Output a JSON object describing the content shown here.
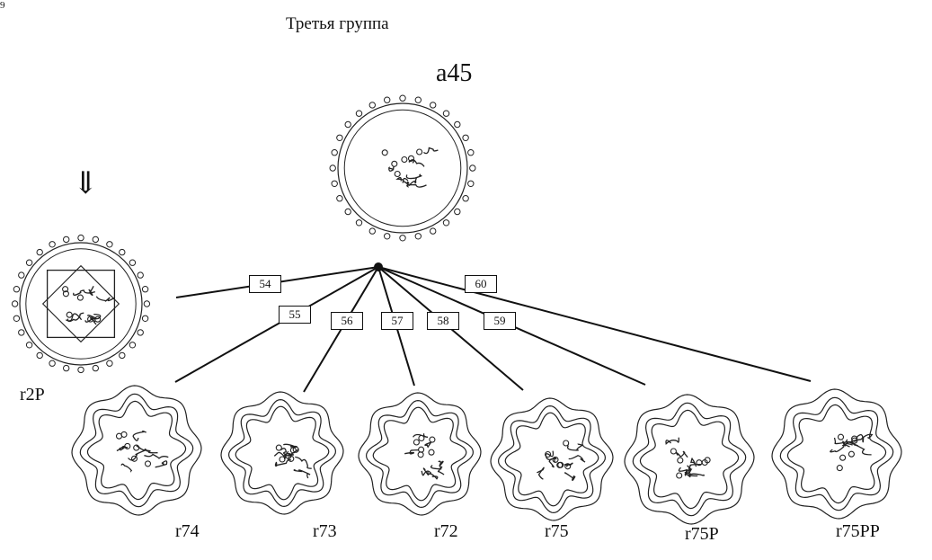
{
  "page_number": "9",
  "title": "Третья группа",
  "arrow_glyph": "⇓",
  "hub": {
    "label": "a45"
  },
  "side_coin": {
    "label": "r2P"
  },
  "edges": [
    {
      "label": "54",
      "target": "r2P"
    },
    {
      "label": "55",
      "target": "r74"
    },
    {
      "label": "56",
      "target": "r73"
    },
    {
      "label": "57",
      "target": "r72"
    },
    {
      "label": "58",
      "target": "r75"
    },
    {
      "label": "59",
      "target": "r75P"
    },
    {
      "label": "60",
      "target": "r75PP"
    }
  ],
  "coins": [
    {
      "label": "r74"
    },
    {
      "label": "r73"
    },
    {
      "label": "r72"
    },
    {
      "label": "r75"
    },
    {
      "label": "r75P"
    },
    {
      "label": "r75PP"
    }
  ]
}
